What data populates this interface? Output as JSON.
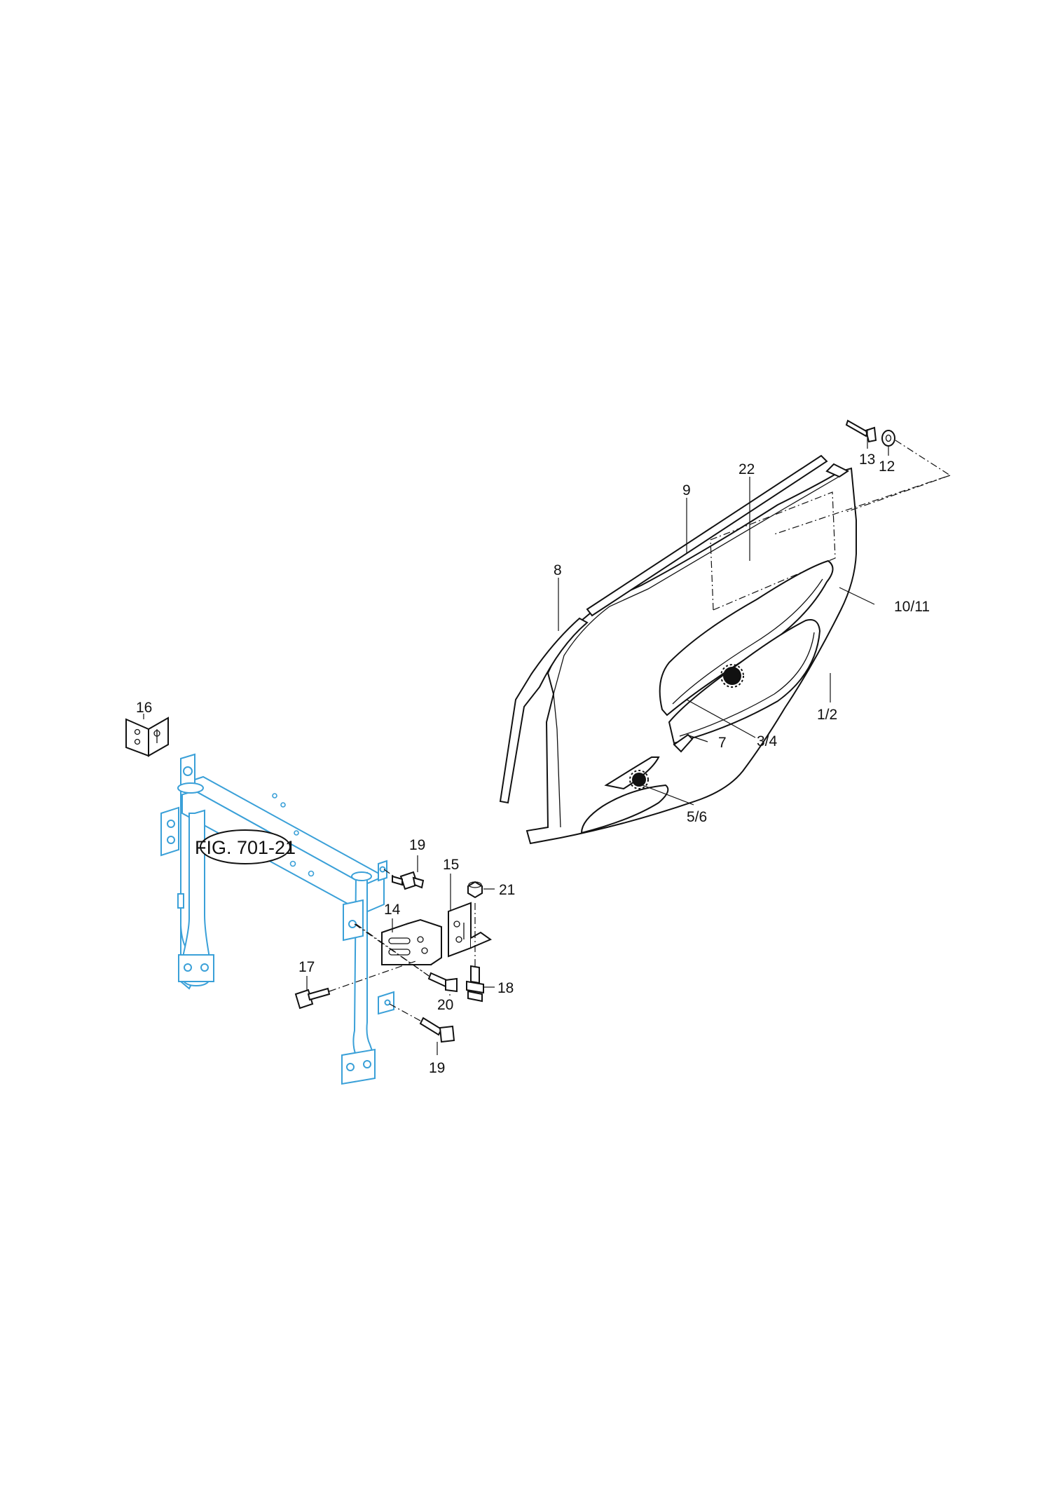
{
  "figure_reference": "FIG. 701-21",
  "callouts": {
    "c13": "13",
    "c12": "12",
    "c22": "22",
    "c9": "9",
    "c8": "8",
    "c10_11": "10/11",
    "c1_2": "1/2",
    "c3_4": "3/4",
    "c7": "7",
    "c5_6": "5/6",
    "c16": "16",
    "c19a": "19",
    "c15": "15",
    "c21": "21",
    "c14": "14",
    "c17": "17",
    "c18": "18",
    "c20": "20",
    "c19b": "19"
  },
  "colors": {
    "frame_reference": "#3aa0d8",
    "parts": "#111111"
  }
}
